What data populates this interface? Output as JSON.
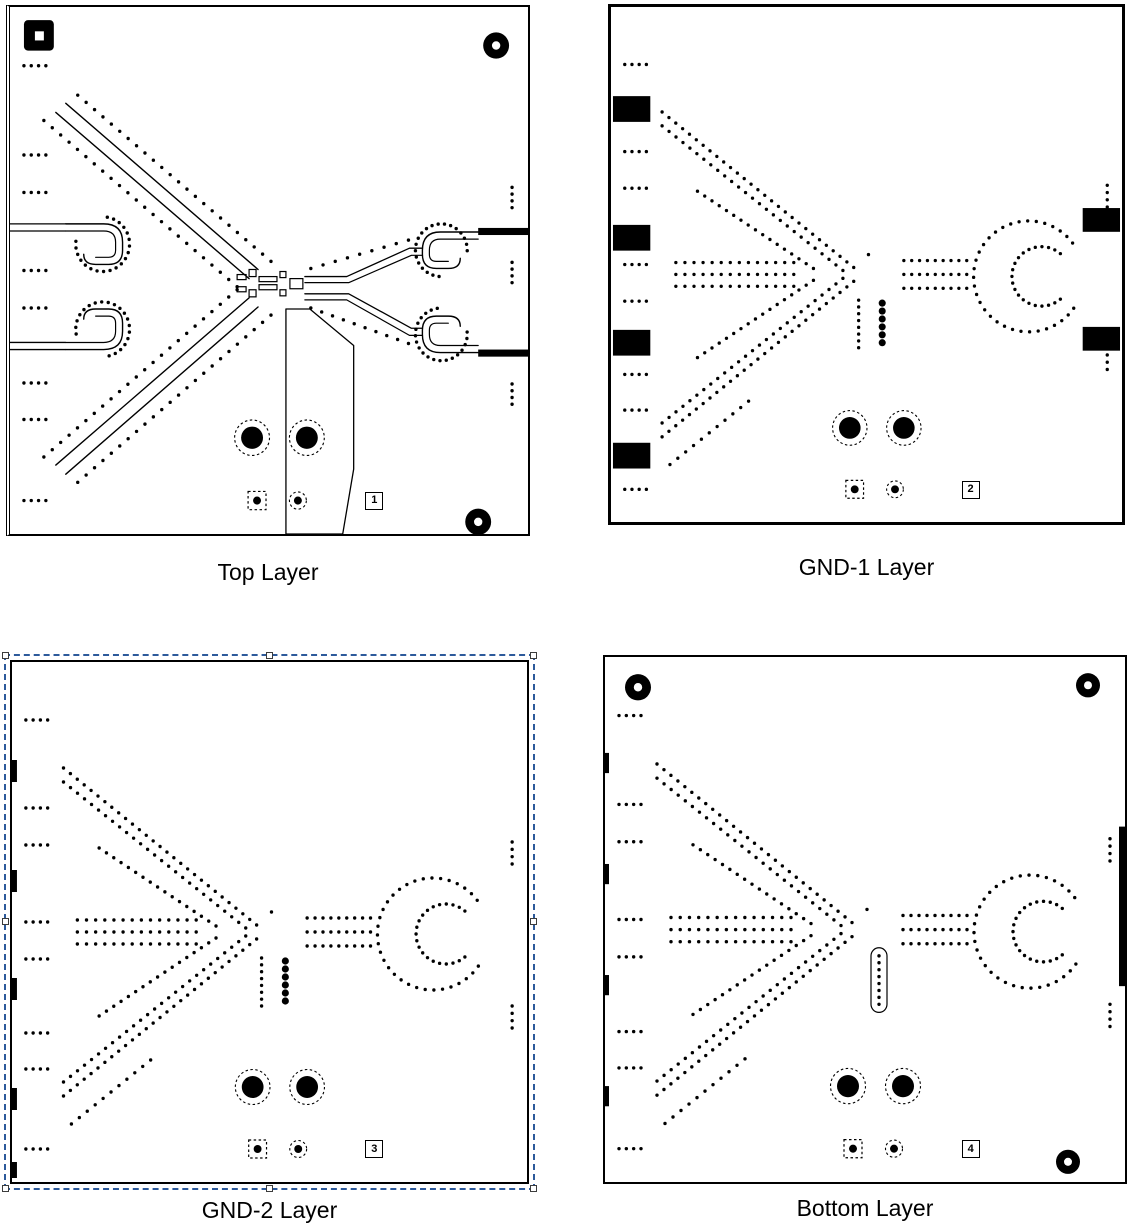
{
  "figure": {
    "type": "pcb-layer-views",
    "panels": [
      {
        "label": "Top Layer",
        "marker": "1",
        "selected": false
      },
      {
        "label": "GND-1 Layer",
        "marker": "2",
        "selected": false
      },
      {
        "label": "GND-2 Layer",
        "marker": "3",
        "selected": true
      },
      {
        "label": "Bottom Layer",
        "marker": "4",
        "selected": false
      }
    ]
  },
  "colors": {
    "ink": "#000000",
    "board": "#ffffff",
    "selection_dash": "#2d5a9b"
  }
}
